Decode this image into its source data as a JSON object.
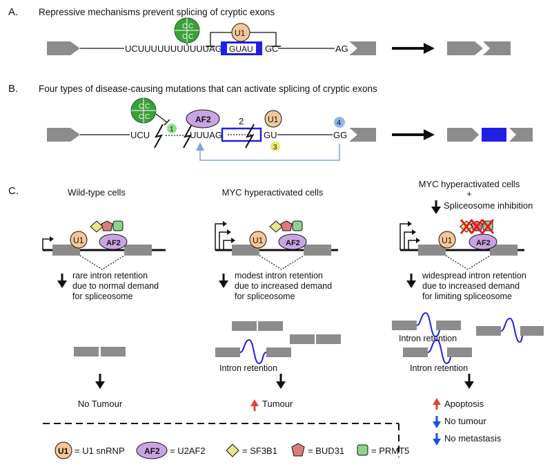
{
  "panel_a": {
    "letter": "A.",
    "title": "Repressive mechanisms prevent splicing of cryptic exons",
    "seq_left": "UCUUUUUUUUUUUAG",
    "exon_seq": "GUAU",
    "seq_gc": "GC",
    "seq_ag": "AG",
    "c_label": "C",
    "u1": "U1"
  },
  "panel_b": {
    "letter": "B.",
    "title": "Four types of disease-causing mutations that can activate splicing of cryptic exons",
    "seq_ucu": "UCU",
    "seq_uuuag": "UUUAG",
    "seq_gu": "GU",
    "seq_gg": "GG",
    "af2": "AF2",
    "u1": "U1",
    "c_label": "C",
    "num1": "1",
    "num2": "2",
    "num3": "3",
    "num4": "4"
  },
  "panel_c": {
    "letter": "C.",
    "col1": {
      "title": "Wild-type cells",
      "desc": [
        "rare intron retention",
        "due to normal demand",
        "for spliceosome"
      ],
      "outcome": "No Tumour"
    },
    "col2": {
      "title": "MYC hyperactivated cells",
      "desc": [
        "modest intron retention",
        "due to increased demand",
        "for spliceosome"
      ],
      "retention": "Intron retention",
      "outcome": "Tumour"
    },
    "col3": {
      "title": "MYC hyperactivated cells",
      "plus": "+",
      "title2": "Spliceosome inhibition",
      "desc": [
        "widespread intron retention",
        "due to increased demand",
        "for limiting spliceosome"
      ],
      "retention": "Intron retention",
      "outcomes": [
        "Apoptosis",
        "No tumour",
        "No metastasis"
      ]
    },
    "u1": "U1",
    "af2": "AF2"
  },
  "legend": {
    "u1_symbol": "U1",
    "u1_text": "= U1 snRNP",
    "af2_symbol": "AF2",
    "af2_text": "= U2AF2",
    "sf3b1_text": "= SF3B1",
    "bud31_text": "= BUD31",
    "prmt5_text": "= PRMT5"
  },
  "colors": {
    "exon_gray": "#8c8c8c",
    "cryptic_blue": "#1f1fe6",
    "u1_orange": "#f5c89a",
    "af2_purple": "#c9a4e2",
    "c_green": "#3aa03a",
    "sf3b1_yellow": "#e6e68c",
    "bud31_red": "#e07b7b",
    "prmt5_green": "#8fd18f",
    "arrow_red": "#e0443a",
    "arrow_blue": "#1a4fe6",
    "link_blue": "#7fa3e6"
  }
}
